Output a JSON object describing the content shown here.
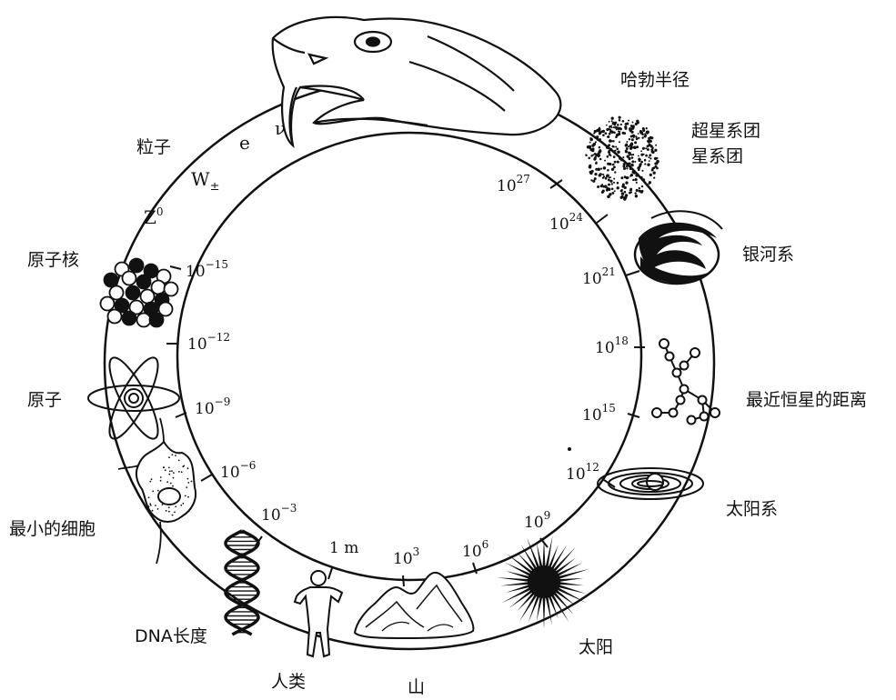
{
  "labels": {
    "hubble_radius": "哈勃半径",
    "supercluster": "超星系团",
    "cluster": "星系团",
    "galaxy": "银河系",
    "nearest_star": "最近恒星的距离",
    "solar_system": "太阳系",
    "sun": "太阳",
    "mountain": "山",
    "human": "人类",
    "dna": "DNA长度",
    "smallest_cell": "最小的细胞",
    "atom": "原子",
    "nucleus": "原子核",
    "particles": "粒子"
  },
  "particles": {
    "e": "e",
    "nu": "ν",
    "w": "W",
    "w_sub": "±",
    "z": "Z",
    "z_sup": "0"
  },
  "ticks": [
    {
      "id": "t27",
      "base": "10",
      "exp": "27"
    },
    {
      "id": "t24",
      "base": "10",
      "exp": "24"
    },
    {
      "id": "t21",
      "base": "10",
      "exp": "21"
    },
    {
      "id": "t18",
      "base": "10",
      "exp": "18"
    },
    {
      "id": "t15",
      "base": "10",
      "exp": "15"
    },
    {
      "id": "t12",
      "base": "10",
      "exp": "12"
    },
    {
      "id": "t9",
      "base": "10",
      "exp": "9"
    },
    {
      "id": "t6",
      "base": "10",
      "exp": "6"
    },
    {
      "id": "t3",
      "base": "10",
      "exp": "3"
    },
    {
      "id": "t0",
      "text": "1 m"
    },
    {
      "id": "tm3",
      "base": "10",
      "exp": "−3"
    },
    {
      "id": "tm6",
      "base": "10",
      "exp": "−6"
    },
    {
      "id": "tm9",
      "base": "10",
      "exp": "−9"
    },
    {
      "id": "tm12",
      "base": "10",
      "exp": "−12"
    },
    {
      "id": "tm15",
      "base": "10",
      "exp": "−15"
    }
  ]
}
